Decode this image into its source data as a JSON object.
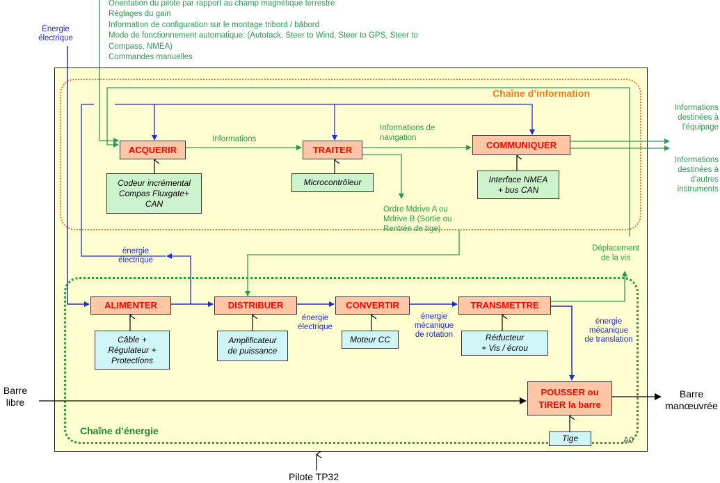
{
  "top_requirements": [
    "Orientation du pilote par rapport au champ magnétique terrestre",
    "Réglages du gain",
    "Information de configuration sur le montage tribord / bâbord",
    "Mode de fonctionnement automatique: (Autotack, Steer to Wind, Steer to GPS, Steer to",
    "Compass, NMEA)",
    "Commandes manuelles"
  ],
  "energy_input": {
    "line1": "Énergie",
    "line2": "électrique"
  },
  "chain_information_title": "Chaîne d’information",
  "chain_energy_title": "Chaîne d’énergie",
  "functions": {
    "acquerir": "ACQUERIR",
    "traiter": "TRAITER",
    "communiquer": "COMMUNIQUER",
    "alimenter": "ALIMENTER",
    "distribuer": "DISTRIBUER",
    "convertir": "CONVERTIR",
    "transmettre": "TRANSMETTRE",
    "pousser_line1": "POUSSER ou",
    "pousser_line2": "TIRER la barre"
  },
  "supports": {
    "acquerir": [
      "Codeur incrémental",
      "Compas Fluxgate+",
      "CAN"
    ],
    "traiter": [
      "Microcontrôleur"
    ],
    "communiquer": [
      "Interface NMEA",
      "+ bus CAN"
    ],
    "alimenter": [
      "Câble +",
      "Régulateur +",
      "Protections"
    ],
    "distribuer": [
      "Amplificateur",
      "de puissance"
    ],
    "convertir": [
      "Moteur CC"
    ],
    "transmettre": [
      "Réducteur",
      "+ Vis / écrou"
    ],
    "pousser": [
      "Tige"
    ]
  },
  "flows": {
    "informations": "Informations",
    "informations_navigation": [
      "Informations de",
      "navigation"
    ],
    "out_equipage": [
      "Informations",
      "destinées à",
      "l'équipage"
    ],
    "out_instruments": [
      "Informations",
      "destinées à",
      "d'autres",
      "instruments"
    ],
    "ordre": [
      "Ordre Mdrive A ou",
      "Mdrive B (Sortie ou",
      "Rentrée de tige)"
    ],
    "deplacement": [
      "Déplacement",
      "de la vis"
    ],
    "energie_electrique_feedback": [
      "énergie",
      "électrique"
    ],
    "energie_electrique": [
      "énergie",
      "électrique"
    ],
    "energie_rotation": [
      "énergie",
      "mécanique",
      "de rotation"
    ],
    "energie_translation": [
      "énergie",
      "mécanique",
      "de translation"
    ]
  },
  "barre_libre": [
    "Barre",
    "libre"
  ],
  "barre_manoeuvree": [
    "Barre",
    "manœuvrée"
  ],
  "a0_label": "A0",
  "bottom_label": "Pilote TP32",
  "colors": {
    "function_fill": "#ffc6a5",
    "function_text": "#ff0000",
    "support_info_fill": "#cdf3cd",
    "support_energy_fill": "#cff5f7",
    "info_arrow": "#2a9a52",
    "energy_arrow": "#1e2bd0",
    "chain_info_border": "#e07a2e",
    "chain_energy_border": "#2e9a2e",
    "background": "#fefed0"
  }
}
